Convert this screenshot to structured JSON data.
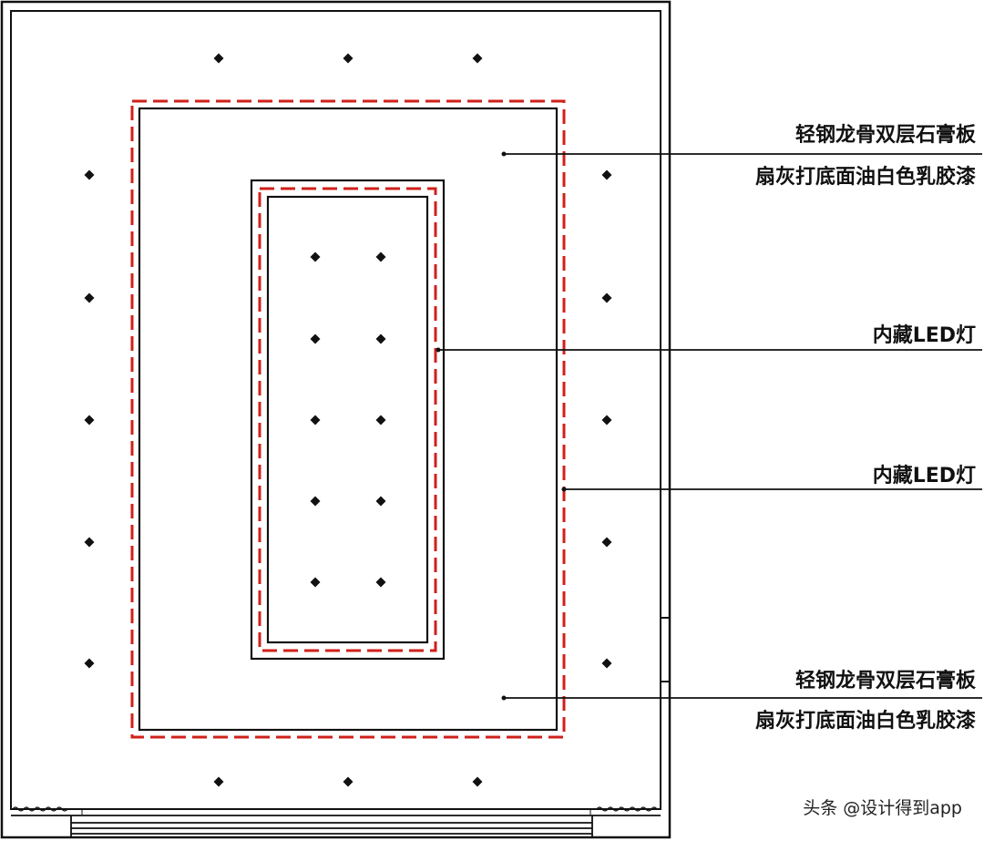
{
  "labels": {
    "upper_board": "轻钢龙骨双层石膏板",
    "upper_paint": "扇灰打底面油白色乳胶漆",
    "led_inner": "内藏LED灯",
    "led_outer": "内藏LED灯",
    "lower_board": "轻钢龙骨双层石膏板",
    "lower_paint": "扇灰打底面油白色乳胶漆"
  },
  "watermark": "头条 @设计得到app",
  "colors": {
    "line": "#111111",
    "led_dash": "#d0201a",
    "background": "#ffffff"
  }
}
